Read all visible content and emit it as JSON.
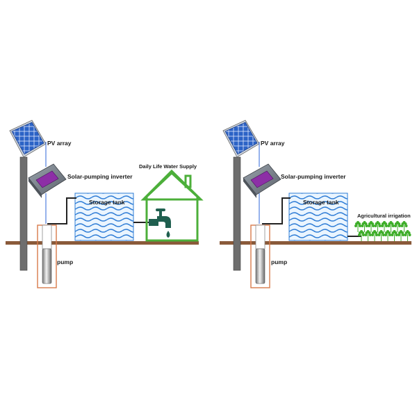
{
  "left_diagram": {
    "pv_array": "PV array",
    "inverter": "Solar-pumping inverter",
    "storage_tank": "Storage tank",
    "pump": "pump",
    "destination": "Daily Life Water Supply"
  },
  "right_diagram": {
    "pv_array": "PV array",
    "inverter": "Solar-pumping inverter",
    "storage_tank": "Storage tank",
    "pump": "pump",
    "destination": "Agricultural irrigation"
  },
  "colors": {
    "ground": "#8a5a3a",
    "pole": "#6e6e6e",
    "house": "#4caf3a",
    "faucet": "#1f5f4f",
    "panel": "#2c63c6",
    "water": "#2f7dd6",
    "tank_fill": "#eaf5ff",
    "wire_blue": "#2e66d8",
    "pipe": "#222222",
    "well": "#d87a4a",
    "plant": "#3fae2a"
  }
}
